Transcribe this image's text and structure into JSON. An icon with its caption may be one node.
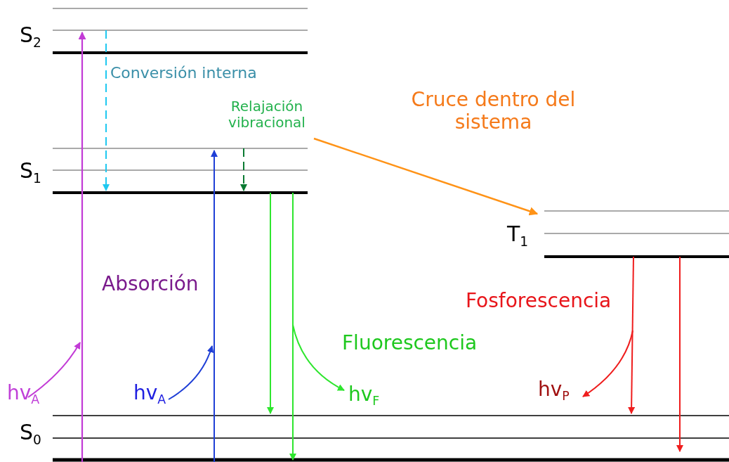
{
  "diagram": {
    "labels": [
      "S$_{2}$",
      "Conversión interna",
      "Relajación vibracional",
      "Cruce dentro del sistema",
      "S$_{1}$",
      "T$_{1}$",
      "Absorción",
      "Fosforescencia",
      "Fluorescencia",
      "hv$_{A}$",
      "hv$_{A}$",
      "hv$_{F}$",
      "hv$_{P}$",
      "S$_{0}$"
    ]
  }
}
